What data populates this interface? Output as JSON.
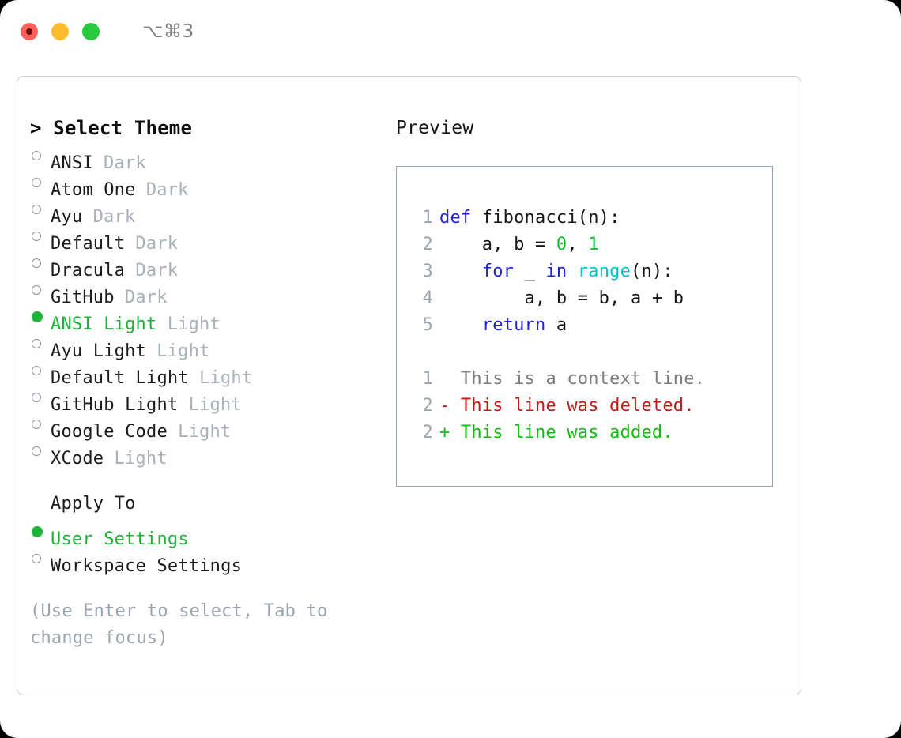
{
  "window": {
    "traffic_lights": [
      "close",
      "minimize",
      "maximize"
    ],
    "shortcut_label": "⌥⌘3",
    "colors": {
      "close": "#ff6159",
      "minimize": "#ffbd2e",
      "maximize": "#27c93f",
      "accent_green": "#1fb23a",
      "panel_border": "#c9ced6",
      "preview_border": "#9aa7b5",
      "muted_text": "#a8b0ba",
      "hint_text": "#9aa4b2"
    }
  },
  "theme_selector": {
    "header": "> Select Theme",
    "items": [
      {
        "bullet": "○",
        "name": "ANSI",
        "variant": "Dark",
        "selected": false
      },
      {
        "bullet": "○",
        "name": "Atom One",
        "variant": "Dark",
        "selected": false
      },
      {
        "bullet": "○",
        "name": "Ayu",
        "variant": "Dark",
        "selected": false
      },
      {
        "bullet": "○",
        "name": "Default",
        "variant": "Dark",
        "selected": false
      },
      {
        "bullet": "○",
        "name": "Dracula",
        "variant": "Dark",
        "selected": false
      },
      {
        "bullet": "○",
        "name": "GitHub",
        "variant": "Dark",
        "selected": false
      },
      {
        "bullet": "●",
        "name": "ANSI Light",
        "variant": "Light",
        "selected": true
      },
      {
        "bullet": "○",
        "name": "Ayu Light",
        "variant": "Light",
        "selected": false
      },
      {
        "bullet": "○",
        "name": "Default Light",
        "variant": "Light",
        "selected": false
      },
      {
        "bullet": "○",
        "name": "GitHub Light",
        "variant": "Light",
        "selected": false
      },
      {
        "bullet": "○",
        "name": "Google Code",
        "variant": "Light",
        "selected": false
      },
      {
        "bullet": "○",
        "name": "XCode",
        "variant": "Light",
        "selected": false
      }
    ]
  },
  "apply_to": {
    "header": "Apply To",
    "options": [
      {
        "bullet": "●",
        "label": "User Settings",
        "selected": true
      },
      {
        "bullet": "○",
        "label": "Workspace Settings",
        "selected": false
      }
    ]
  },
  "hint": {
    "line1": "(Use Enter to select, Tab to",
    "line2": "change focus)"
  },
  "preview": {
    "header": "Preview",
    "code_lines": [
      {
        "no": "1",
        "tokens": [
          {
            "t": "def ",
            "c": "kw"
          },
          {
            "t": "fibonacci(n):",
            "c": "txt"
          }
        ]
      },
      {
        "no": "2",
        "tokens": [
          {
            "t": "    a, b = ",
            "c": "txt"
          },
          {
            "t": "0",
            "c": "num"
          },
          {
            "t": ", ",
            "c": "txt"
          },
          {
            "t": "1",
            "c": "num"
          }
        ]
      },
      {
        "no": "3",
        "tokens": [
          {
            "t": "    ",
            "c": "txt"
          },
          {
            "t": "for",
            "c": "kw"
          },
          {
            "t": " _ ",
            "c": "txt"
          },
          {
            "t": "in",
            "c": "kw"
          },
          {
            "t": " ",
            "c": "txt"
          },
          {
            "t": "range",
            "c": "fn"
          },
          {
            "t": "(n):",
            "c": "txt"
          }
        ]
      },
      {
        "no": "4",
        "tokens": [
          {
            "t": "        a, b = b, a + b",
            "c": "txt"
          }
        ]
      },
      {
        "no": "5",
        "tokens": [
          {
            "t": "    ",
            "c": "txt"
          },
          {
            "t": "return",
            "c": "kw"
          },
          {
            "t": " a",
            "c": "txt"
          }
        ]
      }
    ],
    "diff_lines": [
      {
        "no": "1",
        "text": "  This is a context line.",
        "kind": "context"
      },
      {
        "no": "2",
        "text": "- This line was deleted.",
        "kind": "del"
      },
      {
        "no": "2",
        "text": "+ This line was added.",
        "kind": "add"
      }
    ]
  }
}
